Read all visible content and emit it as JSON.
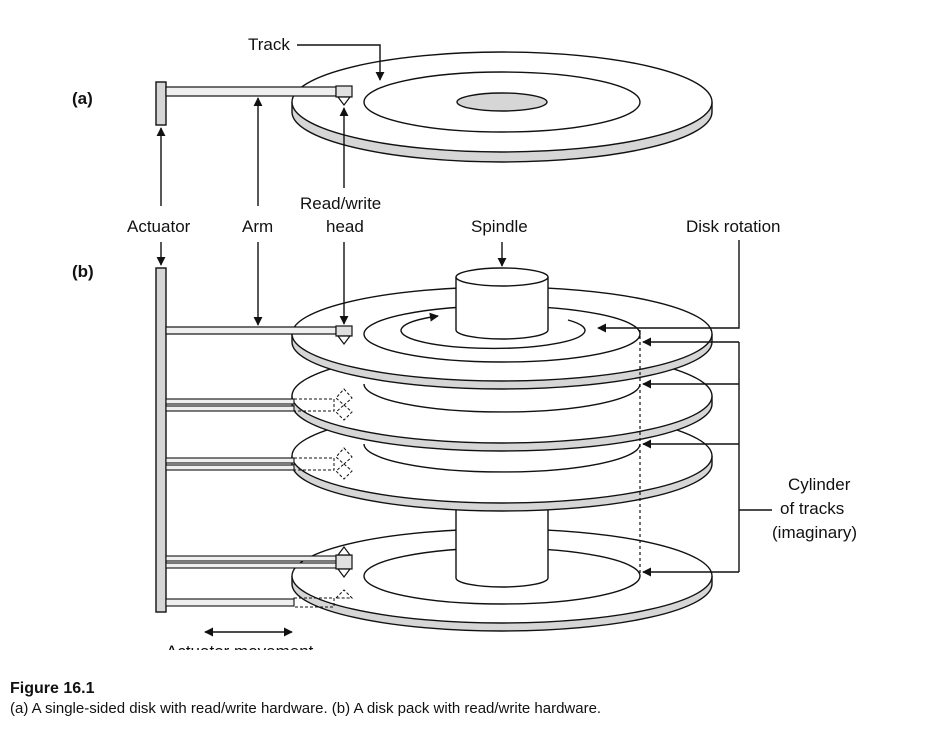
{
  "labels": {
    "part_a": "(a)",
    "part_b": "(b)",
    "track": "Track",
    "actuator": "Actuator",
    "arm": "Arm",
    "read_write_head_line1": "Read/write",
    "read_write_head_line2": "head",
    "spindle": "Spindle",
    "disk_rotation": "Disk rotation",
    "cylinder_line1": "Cylinder",
    "cylinder_line2": "of tracks",
    "cylinder_line3": "(imaginary)",
    "actuator_movement": "Actuator movement"
  },
  "caption": {
    "title": "Figure 16.1",
    "text": "(a) A single-sided disk with read/write hardware. (b) A disk pack with read/write hardware."
  }
}
